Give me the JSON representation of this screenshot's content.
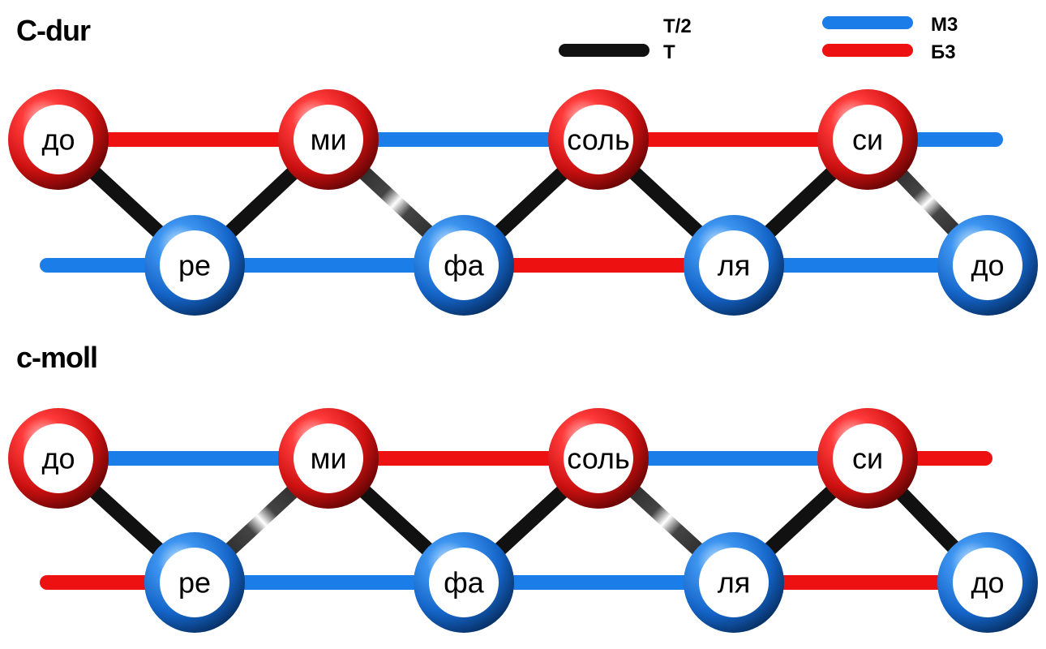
{
  "legend": {
    "semitone_label": "Т/2",
    "tone_label": "Т",
    "minor_third_label": "М3",
    "major_third_label": "Б3"
  },
  "colors": {
    "minor_third": "#1a7de8",
    "major_third": "#ee1111",
    "tone": "#111111",
    "red_node": "#d01818",
    "blue_node": "#1e72d8"
  },
  "diagrams": [
    {
      "title": "C-dur",
      "notes": [
        "до",
        "ре",
        "ми",
        "фа",
        "соль",
        "ля",
        "си",
        "до"
      ],
      "upper_links": [
        "major",
        "minor",
        "major",
        "minor"
      ],
      "lower_links": [
        "minor",
        "minor",
        "major",
        "minor"
      ],
      "steps": [
        "tone",
        "tone",
        "semitone",
        "tone",
        "tone",
        "tone",
        "semitone"
      ]
    },
    {
      "title": "c-moll",
      "notes": [
        "до",
        "ре",
        "ми",
        "фа",
        "соль",
        "ля",
        "си",
        "до"
      ],
      "upper_links": [
        "minor",
        "major",
        "minor",
        "major"
      ],
      "lower_links": [
        "major",
        "minor",
        "minor",
        "major"
      ],
      "steps": [
        "tone",
        "semitone",
        "tone",
        "tone",
        "semitone",
        "tone",
        "tone"
      ]
    }
  ]
}
